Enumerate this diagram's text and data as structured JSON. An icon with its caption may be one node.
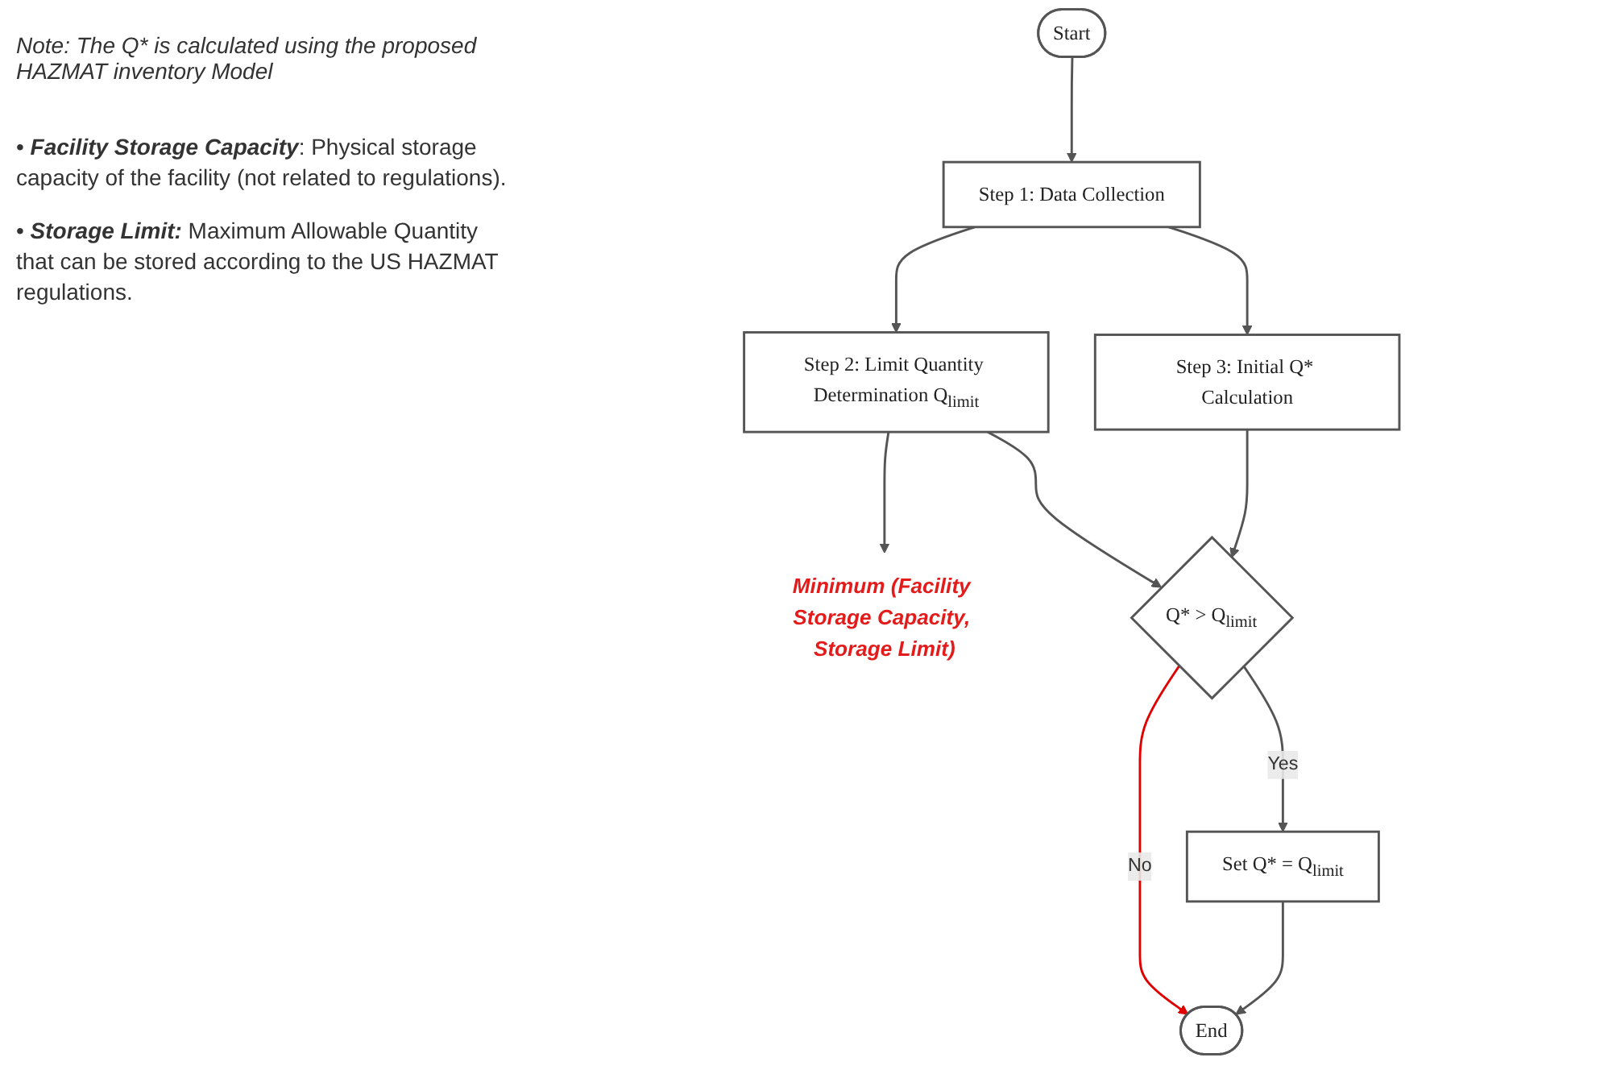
{
  "diagram": {
    "nodes": [
      {
        "text": [
          "Start"
        ]
      },
      {
        "text": [
          "Step 1: Data Collection"
        ]
      },
      {
        "text": [
          "Step 2: Limit Quantity Determination Q$_{limit}$"
        ]
      },
      {
        "text": [
          "Step 3: Initial Q* Calculation"
        ]
      },
      {
        "text": [
          "Minimum (Facility Storage Capacity, Storage Limit)"
        ]
      },
      {
        "text": [
          "Q* > Q$_{limit}$"
        ]
      },
      {
        "text": [
          "Set Q* = Q$_{limit}$"
        ]
      },
      {
        "text": [
          "End"
        ]
      }
    ],
    "edges": [
      {
        "from": 0,
        "to": 1,
        "arrow": "to"
      },
      {
        "from": 1,
        "to": 2,
        "arrow": "to"
      },
      {
        "from": 1,
        "to": 3,
        "arrow": "to"
      },
      {
        "from": 2,
        "to": 4,
        "arrow": "to"
      },
      {
        "from": 2,
        "to": 5,
        "arrow": "to"
      },
      {
        "from": 3,
        "to": 5,
        "arrow": "to"
      },
      {
        "from": 5,
        "to": 6,
        "arrow": "to",
        "label": "Yes"
      },
      {
        "from": 5,
        "to": 7,
        "arrow": "to",
        "label": "No",
        "color": "#e00000"
      },
      {
        "from": 6,
        "to": 7,
        "arrow": "to"
      }
    ],
    "labels": [
      "Note: The Q* is calculated using the proposed HAZMAT inventory Model",
      "• **Facility Storage Capacity**: Physical storage capacity of the facility (not related to regulations).",
      "• **Storage Limit:** Maximum Allowable Quantity that can be stored according to the US HAZMAT regulations."
    ]
  }
}
